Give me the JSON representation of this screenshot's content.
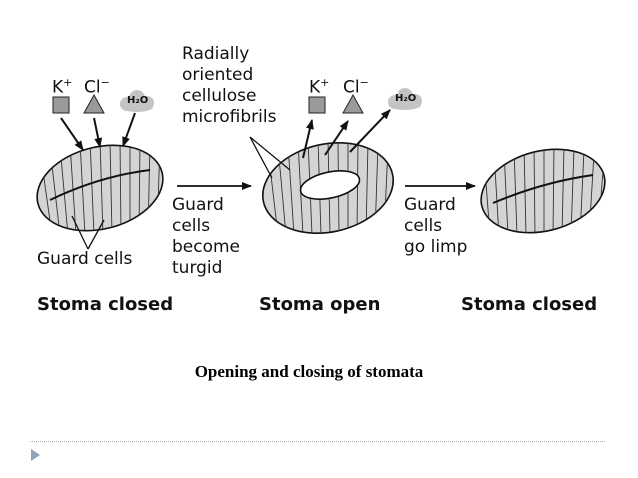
{
  "labels": {
    "k1": "K",
    "k1_sup": "+",
    "cl1": "Cl",
    "cl1_sup": "−",
    "water1": "H₂O",
    "k2": "K",
    "k2_sup": "+",
    "cl2": "Cl",
    "cl2_sup": "−",
    "water2": "H₂O",
    "microfibrils": [
      "Radially",
      "oriented",
      "cellulose",
      "microfibrils"
    ],
    "turgid": [
      "Guard",
      "cells",
      "become",
      "turgid"
    ],
    "limp": [
      "Guard",
      "cells",
      "go limp"
    ],
    "guard_cells": "Guard cells"
  },
  "stages": {
    "left": "Stoma closed",
    "middle": "Stoma open",
    "right": "Stoma closed"
  },
  "caption": "Opening and closing of stomata",
  "colors": {
    "cell_fill": "#d4d4d4",
    "outline": "#111111",
    "symbol_fill": "#9a9a9a",
    "divider": "#9ab0c4"
  }
}
